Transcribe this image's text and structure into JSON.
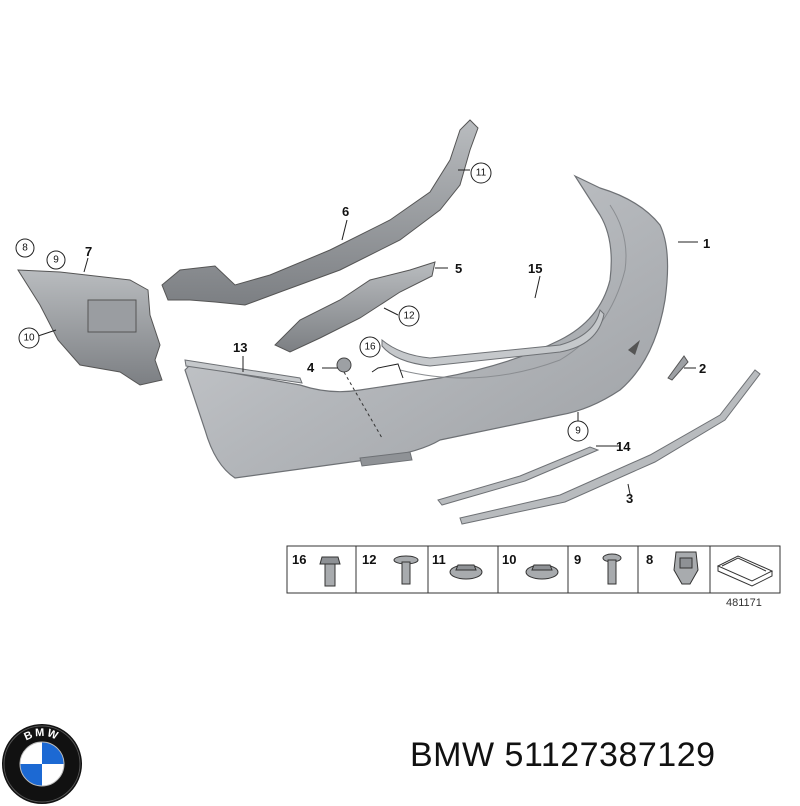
{
  "diagram": {
    "part_labels": {
      "p1": "1",
      "p2": "2",
      "p3": "3",
      "p4": "4",
      "p5": "5",
      "p6": "6",
      "p7": "7",
      "p8": "8",
      "p9a": "9",
      "p9b": "9",
      "p10": "10",
      "p11": "11",
      "p12": "12",
      "p13": "13",
      "p14": "14",
      "p15": "15",
      "p16": "16"
    },
    "legend": {
      "items": [
        "16",
        "12",
        "11",
        "10",
        "9",
        "8"
      ],
      "code": "481171"
    }
  },
  "caption": {
    "text": "BMW 51127387129"
  },
  "logo": {
    "letters": "BMW",
    "colors": {
      "blue": "#1c69d3",
      "black": "#111111"
    }
  }
}
